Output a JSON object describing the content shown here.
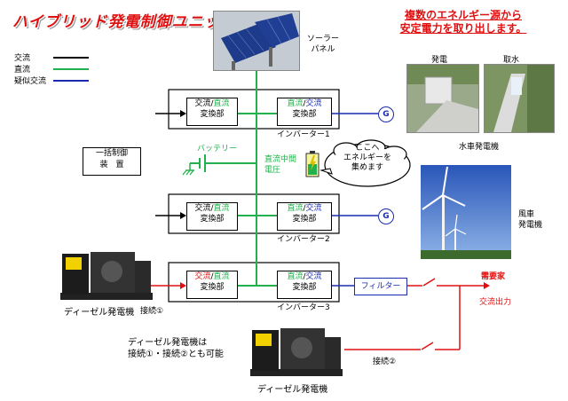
{
  "title": "ハイブリッド発電制御ユニット",
  "slogan": [
    "複数のエネルギー源から",
    "安定電力を取り出します。"
  ],
  "legend": [
    {
      "label": "交流",
      "color": "#000000"
    },
    {
      "label": "直流",
      "color": "#22b14c"
    },
    {
      "label": "疑似交流",
      "color": "#1a2bb0"
    }
  ],
  "solar_label": [
    "ソーラー",
    "パネル"
  ],
  "battery_label": "バッテリー",
  "control_unit": [
    "一括制御",
    "装　置"
  ],
  "dc_bus_label": [
    "直流中間",
    "電圧"
  ],
  "callout": [
    "ここへ",
    "エネルギーを",
    "集めます"
  ],
  "converters": {
    "acdc_1": [
      "交流",
      "直流",
      "変換部"
    ],
    "dcac_1": [
      "直流",
      "交流",
      "変換部"
    ],
    "acdc_2": [
      "交流",
      "直流",
      "変換部"
    ],
    "dcac_2": [
      "直流",
      "交流",
      "変換部"
    ],
    "acdc_3": [
      "交流",
      "直流",
      "変換部"
    ],
    "dcac_3": [
      "直流",
      "交流",
      "変換部"
    ]
  },
  "inverters": [
    "インバーター1",
    "インバーター2",
    "インバーター3"
  ],
  "generator_symbol": "G",
  "hydro": {
    "tag_power": "発電",
    "tag_intake": "取水",
    "label": "水車発電機"
  },
  "wind": {
    "label": [
      "風車",
      "発電機"
    ]
  },
  "filter_label": "フィルター",
  "load": {
    "label": "需要家",
    "output": "交流出力"
  },
  "diesel_top_label": "ディーゼル発電機",
  "connection_1": "接続①",
  "connection_2": "接続②",
  "diesel_note": [
    "ディーゼル発電機は",
    "接続①・接続②とも可能"
  ],
  "diesel_bottom_label": "ディーゼル発電機",
  "colors": {
    "ac": "#000000",
    "dc": "#22b14c",
    "pseudo_ac": "#1a2bb0",
    "output": "#e01010"
  }
}
